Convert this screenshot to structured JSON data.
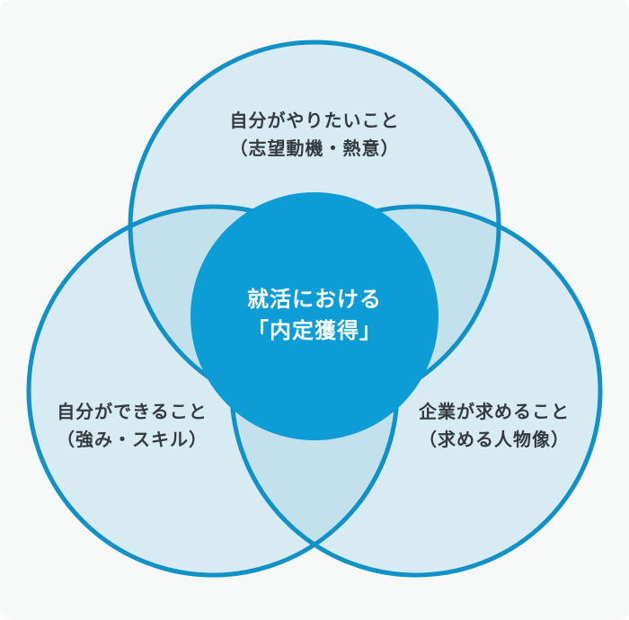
{
  "colors": {
    "page_background": "#ffffff",
    "panel_background": "#f7f8f8",
    "circle_fill": "#87c8e3",
    "circle_stroke": "#1091c7",
    "center_circle_fill": "#0c9dd6",
    "label_text": "#333b41",
    "center_text": "#ffffff"
  },
  "venn": {
    "top_circle": {
      "label_line1": "自分がやりたいこと",
      "label_line2": "（志望動機・熱意）"
    },
    "bottom_left_circle": {
      "label_line1": "自分ができること",
      "label_line2": "（強み・スキル）"
    },
    "bottom_right_circle": {
      "label_line1": "企業が求めること",
      "label_line2": "（求める人物像）"
    },
    "center": {
      "label_line1": "就活における",
      "label_line2": "「内定獲得」"
    }
  }
}
